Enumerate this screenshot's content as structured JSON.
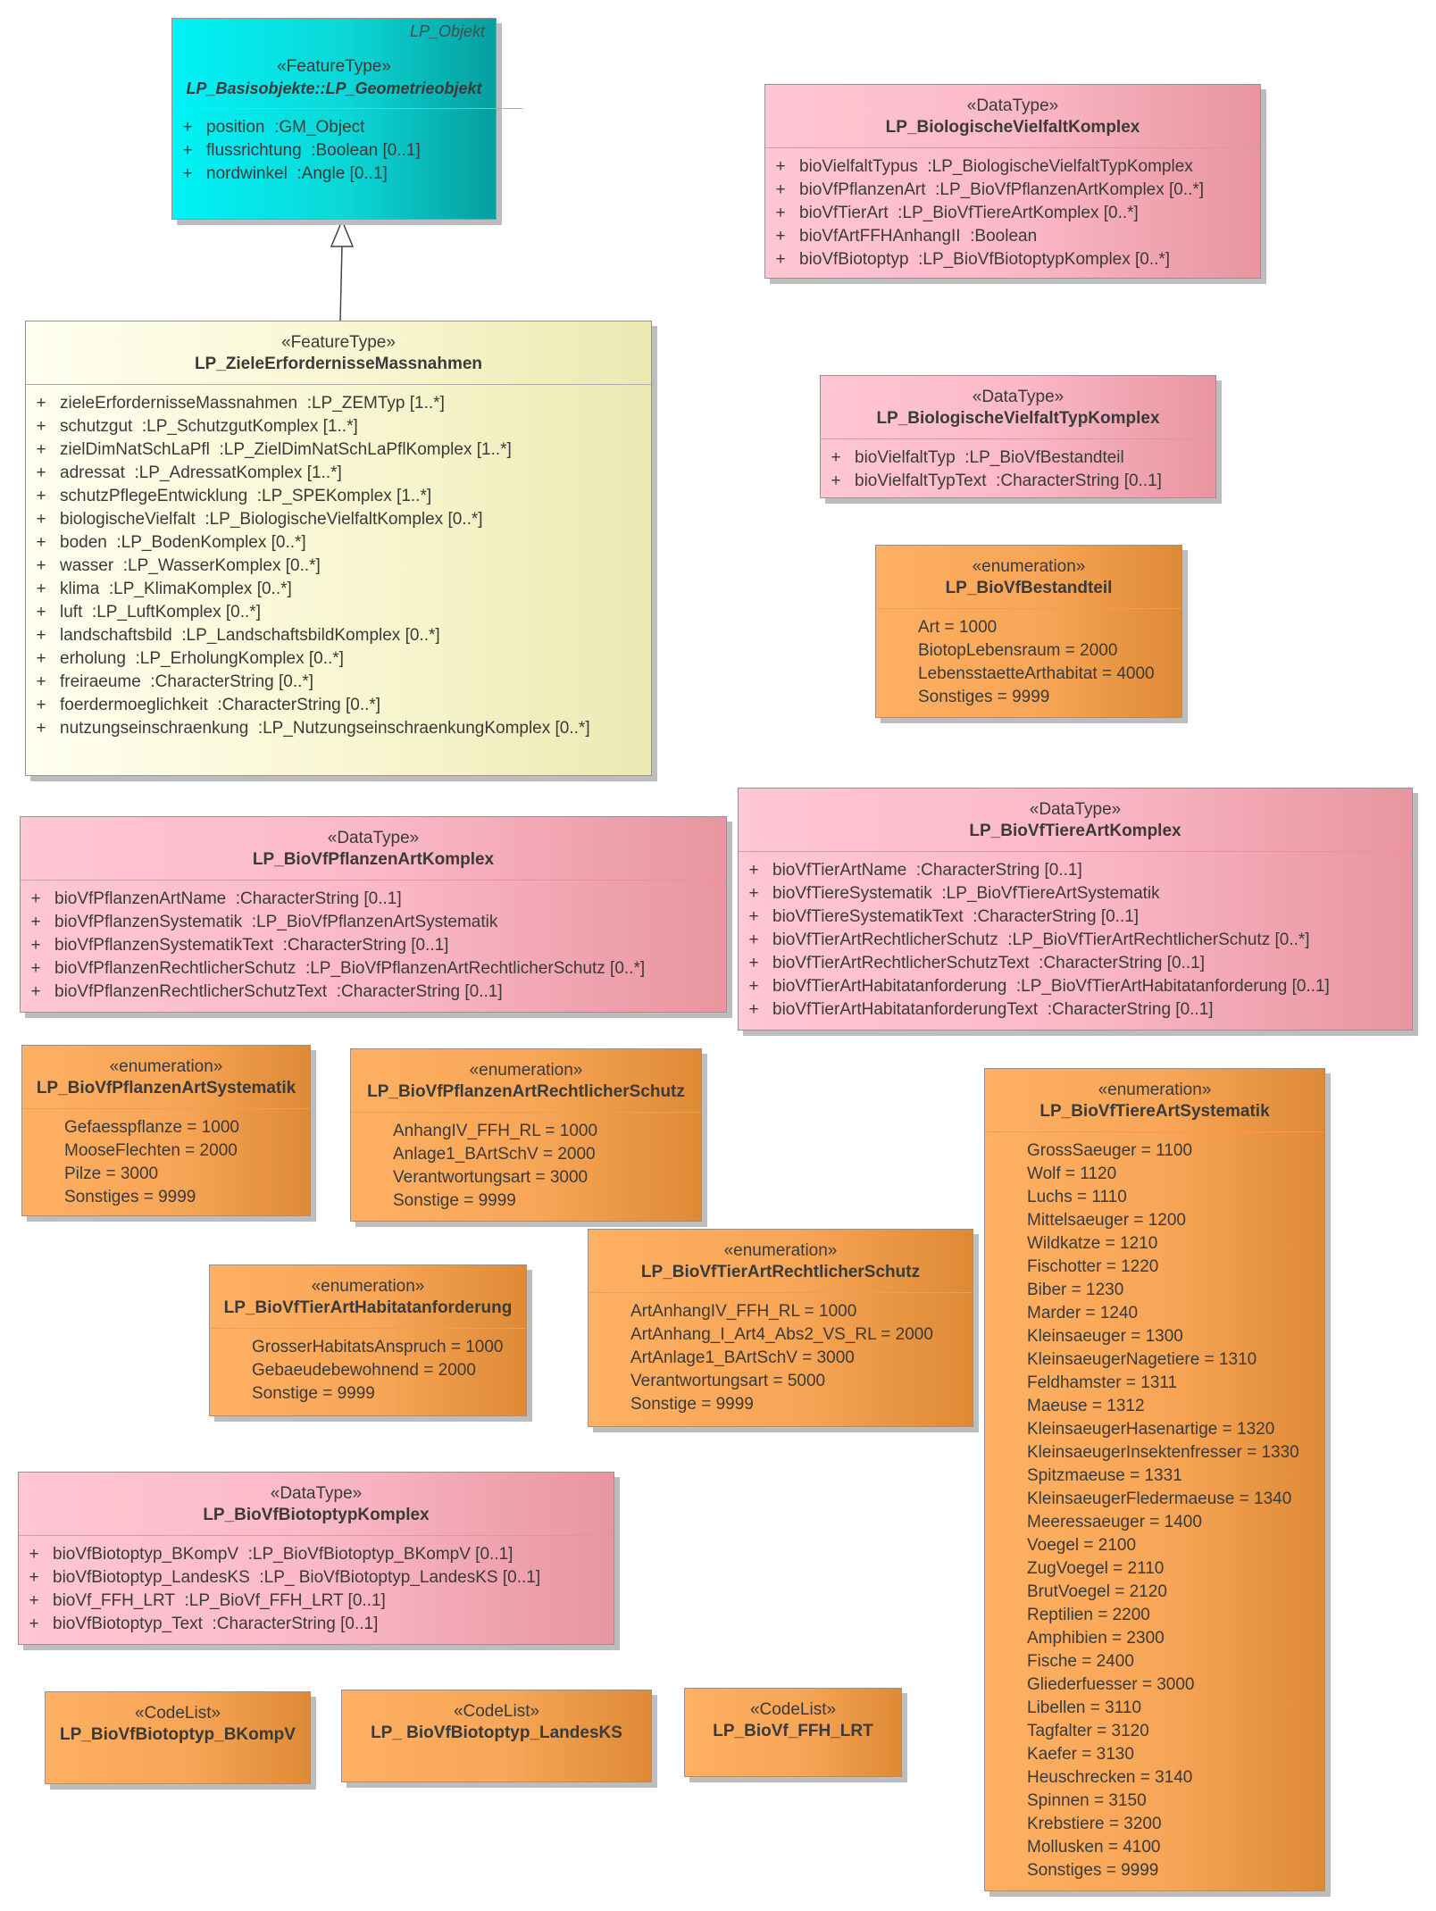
{
  "lp_geometrieobjekt": {
    "package": "LP_Objekt",
    "stereotype": "«FeatureType»",
    "name": "LP_Basisobjekte::LP_Geometrieobjekt",
    "attributes": [
      {
        "vis": "+",
        "name": "position",
        "type": ":GM_Object"
      },
      {
        "vis": "+",
        "name": "flussrichtung",
        "type": ":Boolean [0..1]"
      },
      {
        "vis": "+",
        "name": "nordwinkel",
        "type": ":Angle [0..1]"
      }
    ]
  },
  "lp_ziele": {
    "stereotype": "«FeatureType»",
    "name": "LP_ZieleErfordernisseMassnahmen",
    "attributes": [
      {
        "vis": "+",
        "name": "zieleErfordernisseMassnahmen",
        "type": ":LP_ZEMTyp [1..*]"
      },
      {
        "vis": "+",
        "name": "schutzgut",
        "type": ":LP_SchutzgutKomplex [1..*]"
      },
      {
        "vis": "+",
        "name": "zielDimNatSchLaPfl",
        "type": ":LP_ZielDimNatSchLaPflKomplex [1..*]"
      },
      {
        "vis": "+",
        "name": "adressat",
        "type": ":LP_AdressatKomplex [1..*]"
      },
      {
        "vis": "+",
        "name": "schutzPflegeEntwicklung",
        "type": ":LP_SPEKomplex [1..*]"
      },
      {
        "vis": "+",
        "name": "biologischeVielfalt",
        "type": ":LP_BiologischeVielfaltKomplex [0..*]"
      },
      {
        "vis": "+",
        "name": "boden",
        "type": ":LP_BodenKomplex [0..*]"
      },
      {
        "vis": "+",
        "name": "wasser",
        "type": ":LP_WasserKomplex [0..*]"
      },
      {
        "vis": "+",
        "name": "klima",
        "type": ":LP_KlimaKomplex [0..*]"
      },
      {
        "vis": "+",
        "name": "luft",
        "type": ":LP_LuftKomplex [0..*]"
      },
      {
        "vis": "+",
        "name": "landschaftsbild",
        "type": ":LP_LandschaftsbildKomplex [0..*]"
      },
      {
        "vis": "+",
        "name": "erholung",
        "type": ":LP_ErholungKomplex [0..*]"
      },
      {
        "vis": "+",
        "name": "freiraeume",
        "type": ":CharacterString [0..*]"
      },
      {
        "vis": "+",
        "name": "foerdermoeglichkeit",
        "type": ":CharacterString [0..*]"
      },
      {
        "vis": "+",
        "name": "nutzungseinschraenkung",
        "type": ":LP_NutzungseinschraenkungKomplex [0..*]"
      }
    ]
  },
  "lp_biovielfaltkomplex": {
    "stereotype": "«DataType»",
    "name": "LP_BiologischeVielfaltKomplex",
    "attributes": [
      {
        "vis": "+",
        "name": "bioVielfaltTypus",
        "type": ":LP_BiologischeVielfaltTypKomplex"
      },
      {
        "vis": "+",
        "name": "bioVfPflanzenArt",
        "type": ":LP_BioVfPflanzenArtKomplex [0..*]"
      },
      {
        "vis": "+",
        "name": "bioVfTierArt",
        "type": ":LP_BioVfTiereArtKomplex [0..*]"
      },
      {
        "vis": "+",
        "name": "bioVfArtFFHAnhangII",
        "type": ":Boolean"
      },
      {
        "vis": "+",
        "name": "bioVfBiotoptyp",
        "type": ":LP_BioVfBiotoptypKomplex [0..*]"
      }
    ]
  },
  "lp_biovielfalttypkomplex": {
    "stereotype": "«DataType»",
    "name": "LP_BiologischeVielfaltTypKomplex",
    "attributes": [
      {
        "vis": "+",
        "name": "bioVielfaltTyp",
        "type": ":LP_BioVfBestandteil"
      },
      {
        "vis": "+",
        "name": "bioVielfaltTypText",
        "type": ":CharacterString [0..1]"
      }
    ]
  },
  "lp_biovfbestandteil": {
    "stereotype": "«enumeration»",
    "name": "LP_BioVfBestandteil",
    "literals": [
      "Art = 1000",
      "BiotopLebensraum = 2000",
      "LebensstaetteArthabitat = 4000",
      "Sonstiges = 9999"
    ]
  },
  "lp_pflanzenartkomplex": {
    "stereotype": "«DataType»",
    "name": "LP_BioVfPflanzenArtKomplex",
    "attributes": [
      {
        "vis": "+",
        "name": "bioVfPflanzenArtName",
        "type": ":CharacterString [0..1]"
      },
      {
        "vis": "+",
        "name": "bioVfPflanzenSystematik",
        "type": ":LP_BioVfPflanzenArtSystematik"
      },
      {
        "vis": "+",
        "name": "bioVfPflanzenSystematikText",
        "type": ":CharacterString [0..1]"
      },
      {
        "vis": "+",
        "name": "bioVfPflanzenRechtlicherSchutz",
        "type": ":LP_BioVfPflanzenArtRechtlicherSchutz [0..*]"
      },
      {
        "vis": "+",
        "name": "bioVfPflanzenRechtlicherSchutzText",
        "type": ":CharacterString [0..1]"
      }
    ]
  },
  "lp_tiereartkomplex": {
    "stereotype": "«DataType»",
    "name": "LP_BioVfTiereArtKomplex",
    "attributes": [
      {
        "vis": "+",
        "name": "bioVfTierArtName",
        "type": ":CharacterString [0..1]"
      },
      {
        "vis": "+",
        "name": "bioVfTiereSystematik",
        "type": ":LP_BioVfTiereArtSystematik"
      },
      {
        "vis": "+",
        "name": "bioVfTiereSystematikText",
        "type": ":CharacterString [0..1]"
      },
      {
        "vis": "+",
        "name": "bioVfTierArtRechtlicherSchutz",
        "type": ":LP_BioVfTierArtRechtlicherSchutz [0..*]"
      },
      {
        "vis": "+",
        "name": "bioVfTierArtRechtlicherSchutzText",
        "type": ":CharacterString [0..1]"
      },
      {
        "vis": "+",
        "name": "bioVfTierArtHabitatanforderung",
        "type": ":LP_BioVfTierArtHabitatanforderung [0..1]"
      },
      {
        "vis": "+",
        "name": "bioVfTierArtHabitatanforderungText",
        "type": ":CharacterString [0..1]"
      }
    ]
  },
  "lp_pflanzenartsystematik": {
    "stereotype": "«enumeration»",
    "name": "LP_BioVfPflanzenArtSystematik",
    "literals": [
      "Gefaesspflanze = 1000",
      "MooseFlechten = 2000",
      "Pilze = 3000",
      "Sonstiges = 9999"
    ]
  },
  "lp_pflanzenartrechtlicherschutz": {
    "stereotype": "«enumeration»",
    "name": "LP_BioVfPflanzenArtRechtlicherSchutz",
    "literals": [
      "AnhangIV_FFH_RL = 1000",
      "Anlage1_BArtSchV = 2000",
      "Verantwortungsart = 3000",
      "Sonstige = 9999"
    ]
  },
  "lp_tierarthabitatanforderung": {
    "stereotype": "«enumeration»",
    "name": "LP_BioVfTierArtHabitatanforderung",
    "literals": [
      "GrosserHabitatsAnspruch = 1000",
      "Gebaeudebewohnend = 2000",
      "Sonstige = 9999"
    ]
  },
  "lp_tierartrechtlicherschutz": {
    "stereotype": "«enumeration»",
    "name": "LP_BioVfTierArtRechtlicherSchutz",
    "literals": [
      "ArtAnhangIV_FFH_RL = 1000",
      "ArtAnhang_I_Art4_Abs2_VS_RL = 2000",
      "ArtAnlage1_BArtSchV = 3000",
      "Verantwortungsart = 5000",
      "Sonstige = 9999"
    ]
  },
  "lp_tiereartsystematik": {
    "stereotype": "«enumeration»",
    "name": "LP_BioVfTiereArtSystematik",
    "literals": [
      "GrossSaeuger = 1100",
      "Wolf = 1120",
      "Luchs = 1110",
      "Mittelsaeuger = 1200",
      "Wildkatze = 1210",
      "Fischotter = 1220",
      "Biber = 1230",
      "Marder = 1240",
      "Kleinsaeuger = 1300",
      "KleinsaeugerNagetiere = 1310",
      "Feldhamster = 1311",
      "Maeuse = 1312",
      "KleinsaeugerHasenartige = 1320",
      "KleinsaeugerInsektenfresser = 1330",
      "Spitzmaeuse = 1331",
      "KleinsaeugerFledermaeuse = 1340",
      "Meeressaeuger = 1400",
      "Voegel = 2100",
      "ZugVoegel = 2110",
      "BrutVoegel = 2120",
      "Reptilien = 2200",
      "Amphibien = 2300",
      "Fische = 2400",
      "Gliederfuesser = 3000",
      "Libellen = 3110",
      "Tagfalter = 3120",
      "Kaefer = 3130",
      "Heuschrecken = 3140",
      "Spinnen = 3150",
      "Krebstiere = 3200",
      "Mollusken = 4100",
      "Sonstiges = 9999"
    ]
  },
  "lp_biotoptypkomplex": {
    "stereotype": "«DataType»",
    "name": "LP_BioVfBiotoptypKomplex",
    "attributes": [
      {
        "vis": "+",
        "name": "bioVfBiotoptyp_BKompV",
        "type": ":LP_BioVfBiotoptyp_BKompV [0..1]"
      },
      {
        "vis": "+",
        "name": "bioVfBiotoptyp_LandesKS",
        "type": ":LP_ BioVfBiotoptyp_LandesKS [0..1]"
      },
      {
        "vis": "+",
        "name": "bioVf_FFH_LRT",
        "type": ":LP_BioVf_FFH_LRT [0..1]"
      },
      {
        "vis": "+",
        "name": "bioVfBiotoptyp_Text",
        "type": ":CharacterString [0..1]"
      }
    ]
  },
  "cl_bkompv": {
    "stereotype": "«CodeList»",
    "name": "LP_BioVfBiotoptyp_BKompV"
  },
  "cl_landesks": {
    "stereotype": "«CodeList»",
    "name": "LP_ BioVfBiotoptyp_LandesKS"
  },
  "cl_ffhlrt": {
    "stereotype": "«CodeList»",
    "name": "LP_BioVf_FFH_LRT"
  },
  "colors": {
    "featuretype_cyan": "#0cd6d6",
    "featuretype_yellow": "#f8f6d0",
    "datatype_pink": "#fbb9c8",
    "enumeration_orange": "#f7a556"
  }
}
